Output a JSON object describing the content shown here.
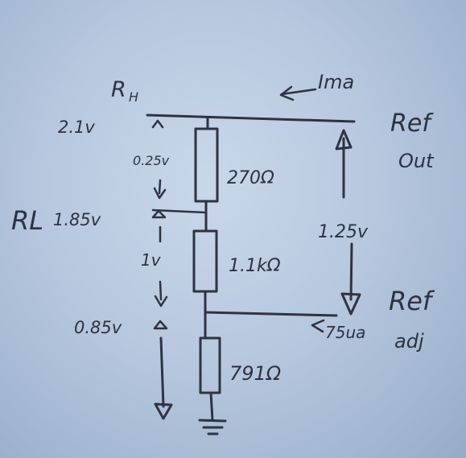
{
  "labels": {
    "r_h": "R",
    "r_h_sub": "H",
    "i_top": "Ima",
    "v_top": "2.1v",
    "v_drop1": "0.25v",
    "rl_label": "RL",
    "v_mid": "1.85v",
    "v_drop2": "1v",
    "v_low": "0.85v",
    "r1_value": "270Ω",
    "r2_value": "1.1kΩ",
    "r3_value": "791Ω",
    "ref_out_1": "Ref",
    "ref_out_2": "Out",
    "v_ref": "1.25v",
    "ref_adj_1": "Ref",
    "ref_adj_2": "adj",
    "i_adj": "75ua"
  },
  "colors": {
    "ink": "#2e3342",
    "paper": "#b7c8df"
  }
}
